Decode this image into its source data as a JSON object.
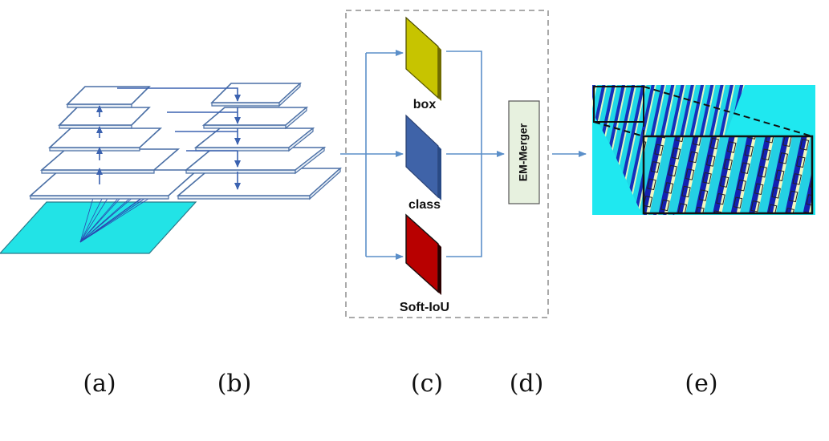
{
  "heads": {
    "box": "box",
    "class": "class",
    "soft_iou": "Soft-IoU"
  },
  "merger": "EM-Merger",
  "panels": {
    "a": "(a)",
    "b": "(b)",
    "c": "(c)",
    "d": "(d)",
    "e": "(e)"
  },
  "colors": {
    "arrow": "#5b8fc9",
    "plate_stroke": "#4a6fa5",
    "input_image": "#22e3e6",
    "box_head": "#c7c400",
    "class_head": "#3f63a8",
    "soft_iou_head": "#b80000",
    "merger_bg": "#e7f1df",
    "dashed_box": "#aaaaaa"
  }
}
